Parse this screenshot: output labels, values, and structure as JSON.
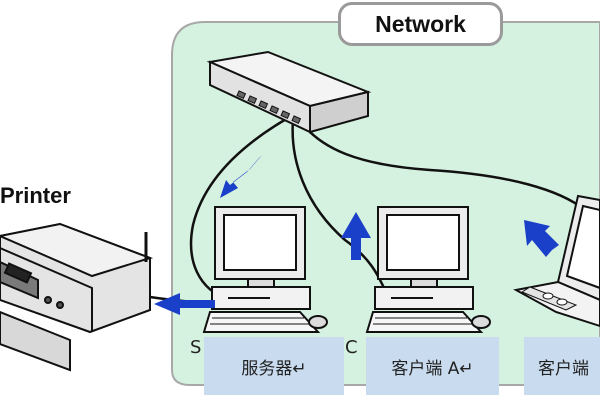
{
  "network": {
    "title": "Network"
  },
  "printer": {
    "label": "Printer"
  },
  "captions": {
    "server": "服务器↵",
    "client_a": "客户端 A↵",
    "client_b": "客户端",
    "server_left_cut": "S",
    "server_right_cut": "C"
  },
  "colors": {
    "network_bg": "#d5f1df",
    "caption_bg": "#c9dcef",
    "arrow": "#1a3fc9"
  }
}
